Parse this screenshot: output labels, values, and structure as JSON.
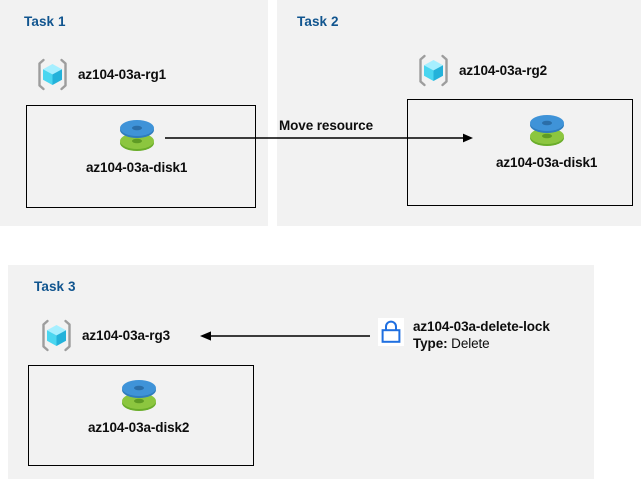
{
  "diagram": {
    "title_color": "#11558f",
    "panel_bg": "#f2f2f2",
    "page_bg": "#ffffff"
  },
  "panels": [
    {
      "id": "task1",
      "title": "Task 1",
      "resource_group": {
        "label": "az104-03a-rg1",
        "icon": "resource-group-cube-icon"
      },
      "resource": {
        "label": "az104-03a-disk1",
        "icon": "managed-disk-icon"
      }
    },
    {
      "id": "task2",
      "title": "Task 2",
      "resource_group": {
        "label": "az104-03a-rg2",
        "icon": "resource-group-cube-icon"
      },
      "resource": {
        "label": "az104-03a-disk1",
        "icon": "managed-disk-icon"
      }
    },
    {
      "id": "task3",
      "title": "Task 3",
      "resource_group": {
        "label": "az104-03a-rg3",
        "icon": "resource-group-cube-icon"
      },
      "resource": {
        "label": "az104-03a-disk2",
        "icon": "managed-disk-icon"
      }
    }
  ],
  "connectors": {
    "move": {
      "caption": "Move resource",
      "direction": "right",
      "from": "az104-03a-disk1 (Task 1)",
      "to": "az104-03a-disk1 (Task 2)"
    },
    "lock": {
      "direction": "left",
      "from": "az104-03a-delete-lock",
      "to": "az104-03a-rg3"
    }
  },
  "lock": {
    "icon": "padlock-icon",
    "name": "az104-03a-delete-lock",
    "type_label": "Type:",
    "type_value": "Delete",
    "icon_color": "#1f6fe0"
  },
  "colors": {
    "cube_top": "#a6efff",
    "cube_left": "#3fd2f2",
    "cube_right": "#27b6dd",
    "cube_bracket": "#9d9d9d",
    "disk_blue": "#3a8fd6",
    "disk_green": "#7bbd32",
    "box_border": "#000000",
    "arrow": "#000000"
  }
}
